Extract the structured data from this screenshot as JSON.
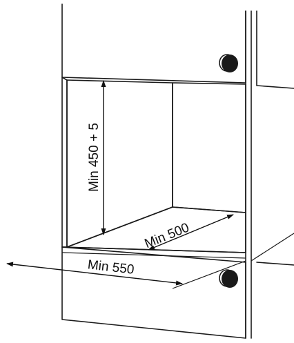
{
  "dimensions": {
    "height_label": "Min 450 + 5",
    "depth_label": "Min 500",
    "width_label": "Min 550"
  },
  "colors": {
    "cabinet_face": "#eeeeee",
    "niche_back": "#d6d6d6",
    "niche_side": "#e3e3e3",
    "niche_floor": "#e9e9e9",
    "outline": "#1a1a1a",
    "knob_fill": "#d0d0d0"
  },
  "icons": {
    "knob": "knob-icon"
  }
}
